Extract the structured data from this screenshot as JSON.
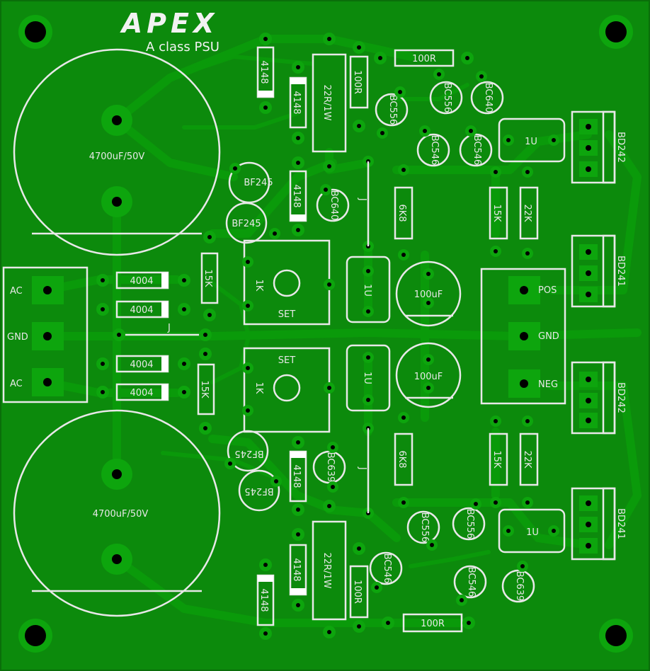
{
  "board": {
    "logo": "APEX",
    "subtitle": "A class PSU",
    "colors": {
      "pcb": "#0c8a0c",
      "copper": "#0a9a0a",
      "pad": "#0da50d",
      "silk": "#e8e8e8",
      "drill": "#000000"
    }
  },
  "labels": {
    "cap_big_top": "4700uF/50V",
    "cap_big_bottom": "4700uF/50V",
    "ac_top": "AC",
    "gnd": "GND",
    "ac_bottom": "AC",
    "d4004_1": "4004",
    "d4004_2": "4004",
    "d4004_3": "4004",
    "d4004_4": "4004",
    "j_left": "J",
    "d4148_1": "4148",
    "d4148_2": "4148",
    "d4148_3": "4148",
    "d4148_4": "4148",
    "d4148_5": "4148",
    "d4148_6": "4148",
    "r22_top": "22R/1W",
    "r22_bottom": "22R/1W",
    "r100_v_top": "100R",
    "r100_v_bottom": "100R",
    "r100_h_top": "100R",
    "r100_h_bottom": "100R",
    "bc556_a": "BC556",
    "bc556_b": "BC556",
    "bc556_c": "BC556",
    "bc556_d": "BC556",
    "bc640_a": "BC640",
    "bc640_b": "BC640",
    "bc546_a": "BC546",
    "bc546_b": "BC546",
    "bc546_c": "BC546",
    "bc546_d": "BC546",
    "bc639_a": "BC639",
    "bc639_b": "BC639",
    "bf245_a": "BF245",
    "bf245_b": "BF245",
    "bf245_c": "BF245",
    "bf245_d": "BF245",
    "cap1u_a": "1U",
    "cap1u_b": "1U",
    "cap1u_c": "1U",
    "cap1u_d": "1U",
    "cap100_top": "100uF",
    "cap100_bottom": "100uF",
    "r15k_a": "15K",
    "r15k_b": "15K",
    "r15k_c": "15K",
    "r15k_d": "15K",
    "r22k_top": "22K",
    "r22k_bottom": "22K",
    "r6k8_top": "6K8",
    "r6k8_bottom": "6K8",
    "j_mid_top": "J",
    "j_mid_bottom": "J",
    "pot_top": "1K",
    "pot_bottom": "1K",
    "set_top": "SET",
    "set_bottom": "SET",
    "pos": "POS",
    "out_gnd": "GND",
    "neg": "NEG",
    "bd242_top": "BD242",
    "bd241_top": "BD241",
    "bd242_bottom": "BD242",
    "bd241_bottom": "BD241"
  }
}
